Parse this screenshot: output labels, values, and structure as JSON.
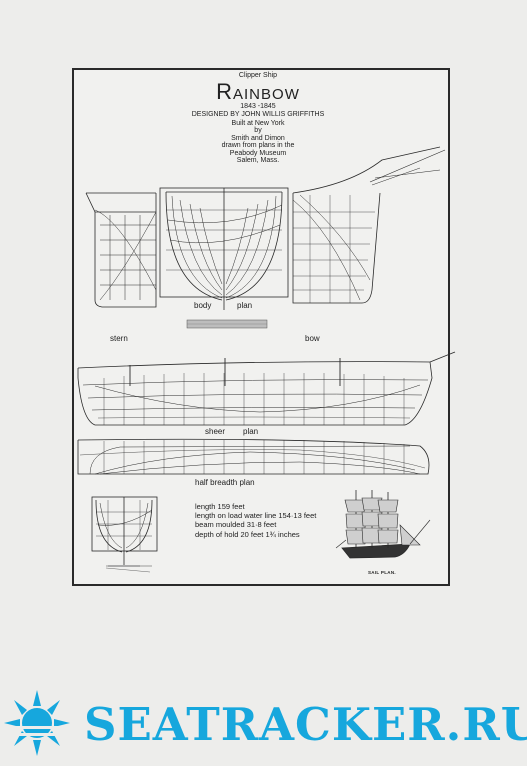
{
  "title": {
    "type": "Clipper Ship",
    "name": "Rainbow",
    "years": "1843 -1845",
    "designer": "DESIGNED BY   JOHN WILLIS GRIFFITHS",
    "built": "Built at New York",
    "by": "by",
    "builders": "Smith and Dimon",
    "source_line1": "drawn from plans in the",
    "source_line2": "Peabody Museum",
    "location": "Salem, Mass."
  },
  "labels": {
    "body": "body",
    "plan": "plan",
    "stern": "stern",
    "bow": "bow",
    "sheer": "sheer",
    "sheer_plan": "plan",
    "half_breadth": "half   breadth plan",
    "sail_plan": "SAIL PLAN."
  },
  "specs": {
    "length": "length  159 feet",
    "load_water_line": "length on load water  line 154·13 feet",
    "beam": "beam  moulded   31·8 feet",
    "depth": "depth of hold   20 feet 1¾ inches"
  },
  "watermark": {
    "text": "SEATRACKER.RU",
    "color": "#16a7dd"
  },
  "colors": {
    "page": "#ededeb",
    "ink": "#2a2a2a"
  }
}
